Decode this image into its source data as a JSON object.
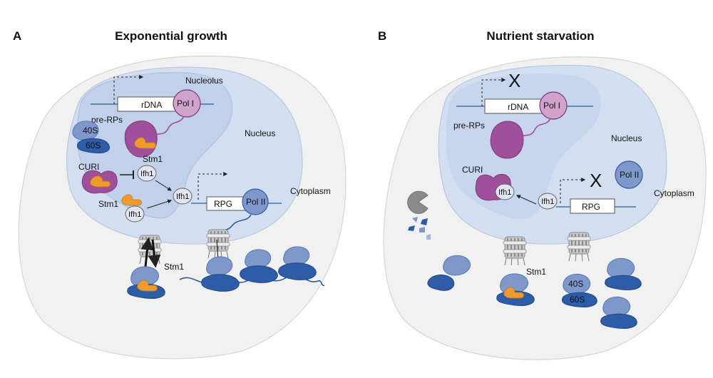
{
  "panels": [
    {
      "letter": "A",
      "title": "Exponential growth",
      "labels": {
        "nucleolus": "Nucleolus",
        "nucleus": "Nucleus",
        "cytoplasm": "Cytoplasm",
        "rdna": "rDNA",
        "pol1": "Pol I",
        "pre_rps": "pre-RPs",
        "s40": "40S",
        "s60": "60S",
        "stm1_nucleolus": "Stm1",
        "curi": "CURI",
        "ifh1_a": "Ifh1",
        "ifh1_b": "Ifh1",
        "ifh1_c": "Ifh1",
        "stm1_nucleus": "Stm1",
        "rpg": "RPG",
        "pol2": "Pol II",
        "stm1_cytoplasm": "Stm1"
      }
    },
    {
      "letter": "B",
      "title": "Nutrient starvation",
      "labels": {
        "nucleus": "Nucleus",
        "cytoplasm": "Cytoplasm",
        "rdna": "rDNA",
        "pol1": "Pol I",
        "x_rdna": "X",
        "pre_rps": "pre-RPs",
        "curi": "CURI",
        "ifh1_a": "Ifh1",
        "ifh1_b": "Ifh1",
        "x_rpg": "X",
        "pol2": "Pol II",
        "rpg": "RPG",
        "stm1_cytoplasm": "Stm1",
        "s40": "40S",
        "s60": "60S"
      }
    }
  ],
  "colors": {
    "cell": "#f1f1f2",
    "nucleus": "#d3dff0",
    "nucleolus": "#c1d1ea",
    "purple": "#a0509a",
    "purple_dark": "#7a3a78",
    "pol1_fill": "#cfa3cc",
    "orange": "#ef9a2d",
    "blue_light": "#7e98cc",
    "blue_dark": "#2e5ca6",
    "dna": "#2c5d94",
    "ifh1_fill": "#e2e6f2"
  }
}
